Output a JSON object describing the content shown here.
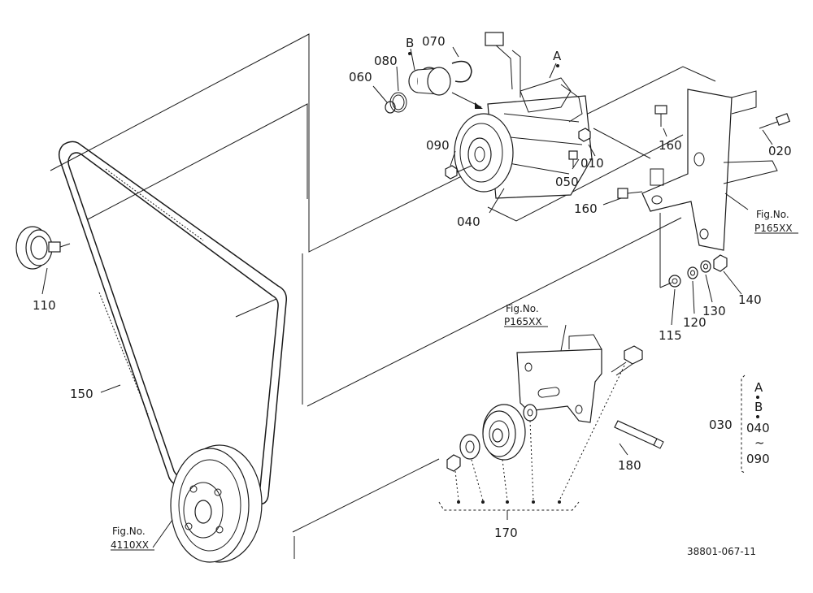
{
  "parts": {
    "p010": "010",
    "p020": "020",
    "p030": "030",
    "p040": "040",
    "p050": "050",
    "p060": "060",
    "p070": "070",
    "p080": "080",
    "p090": "090",
    "p110": "110",
    "p115": "115",
    "p120": "120",
    "p130": "130",
    "p140": "140",
    "p150": "150",
    "p160a": "160",
    "p160b": "160",
    "p170": "170",
    "p180": "180"
  },
  "markers": {
    "a": "A",
    "b": "B"
  },
  "figrefs": {
    "upper_label": "Fig.No.",
    "upper_code": "P165XX",
    "middle_label": "Fig.No.",
    "middle_code": "P165XX",
    "lower_label": "Fig.No.",
    "lower_code": "4110XX"
  },
  "legend": {
    "a": "A",
    "b": "B",
    "from": "040",
    "tilde": "~",
    "to": "090"
  },
  "drawing_number": "38801-067-11"
}
